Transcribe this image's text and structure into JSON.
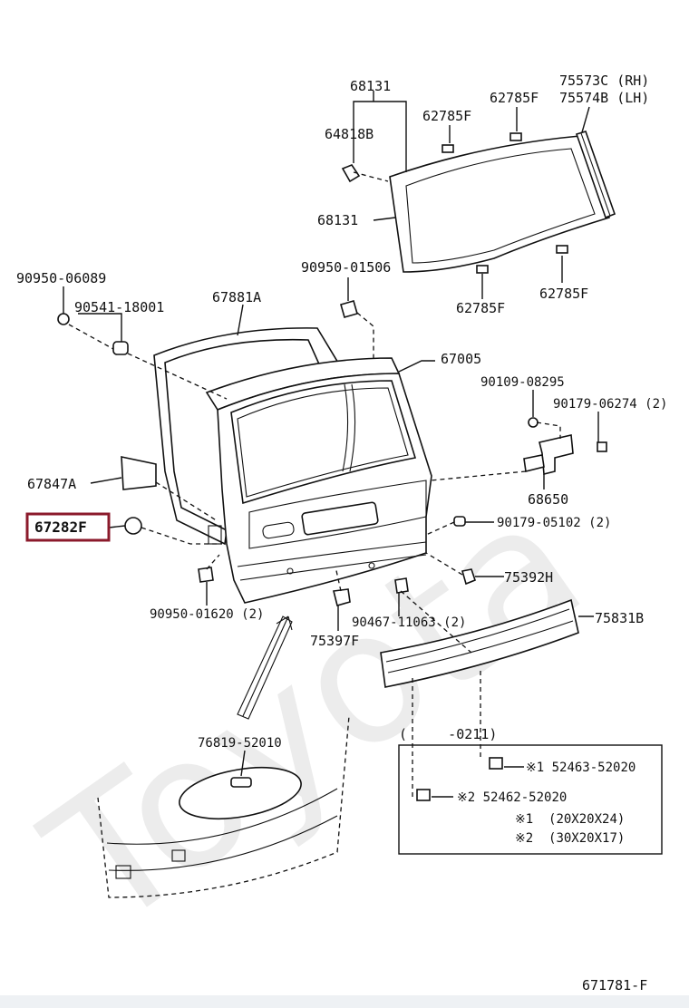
{
  "watermark": "Toyota",
  "diagram_code": "671781-F",
  "highlight_color": "#8b1a2b",
  "highlighted_part": "67282F",
  "parts": {
    "p68131_top": "68131",
    "p64818B": "64818B",
    "p62785F_a": "62785F",
    "p62785F_b": "62785F",
    "p75573C": "75573C (RH)",
    "p75574B": "75574B (LH)",
    "p68131_mid": "68131",
    "p90950_01506": "90950-01506",
    "p62785F_c": "62785F",
    "p62785F_d": "62785F",
    "p90950_06089": "90950-06089",
    "p90541_18001": "90541-18001",
    "p67881A": "67881A",
    "p67005": "67005",
    "p90109_08295": "90109-08295",
    "p90179_06274": "90179-06274 (2)",
    "p67847A": "67847A",
    "p68650": "68650",
    "p67282F": "67282F",
    "p90179_05102": "90179-05102 (2)",
    "p75392H": "75392H",
    "p90950_01620": "90950-01620 (2)",
    "p75831B": "75831B",
    "p90467_11063": "90467-11063 (2)",
    "p75397F": "75397F",
    "p76819_52010": "76819-52010"
  },
  "inset": {
    "period": "(     -0211)",
    "item1": "※1 52463-52020",
    "item2": "※2 52462-52020",
    "note1": "※1  (20X20X24)",
    "note2": "※2  (30X20X17)"
  }
}
